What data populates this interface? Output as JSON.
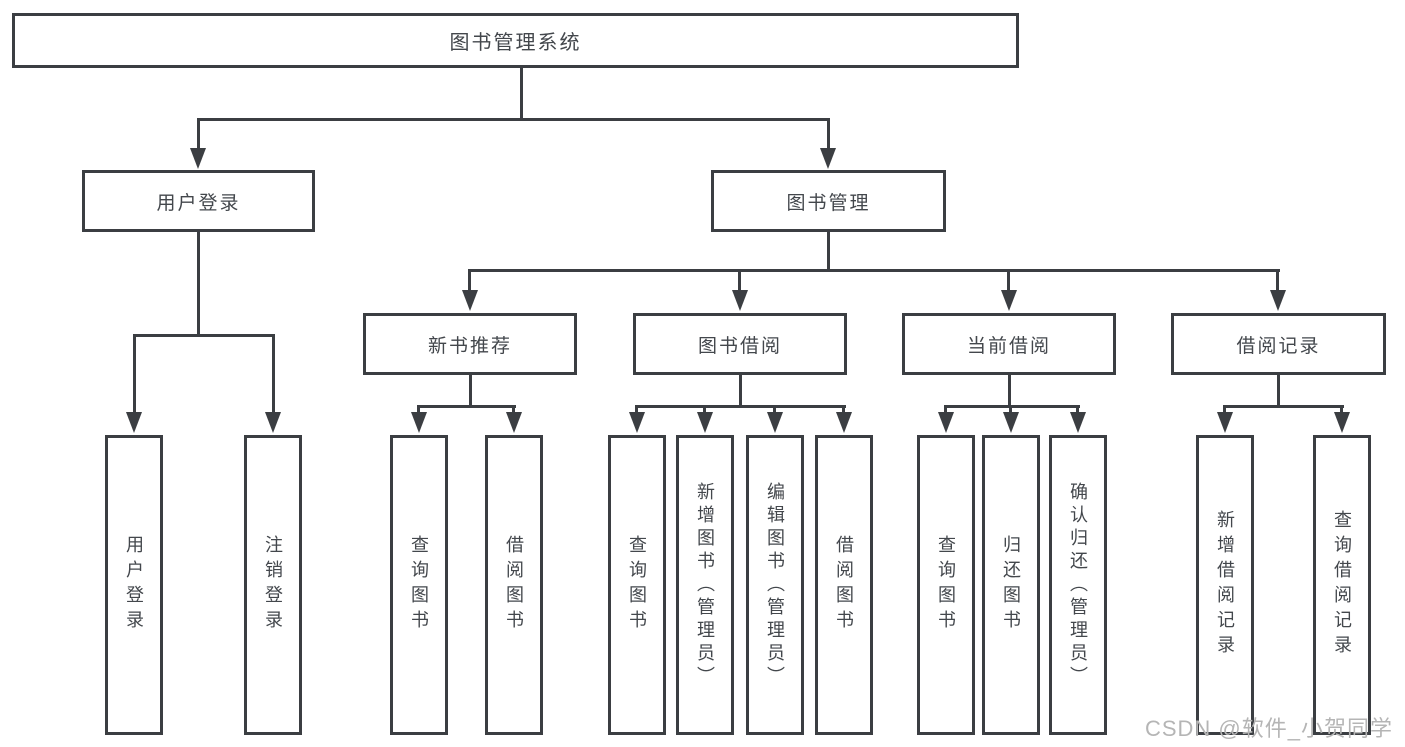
{
  "diagram_title": "图书管理系统",
  "nodes": {
    "root": "图书管理系统",
    "user_login": "用户登录",
    "book_management": "图书管理",
    "new_book_recommend": "新书推荐",
    "book_borrowing": "图书借阅",
    "current_borrowing": "当前借阅",
    "borrowing_records": "借阅记录",
    "leaf_user_login": "用户登录",
    "leaf_logout": "注销登录",
    "leaf_nbr_query_books": "查询图书",
    "leaf_nbr_borrow_books": "借阅图书",
    "leaf_bb_query_books": "查询图书",
    "leaf_bb_add_books": "新增图书（管理员）",
    "leaf_bb_edit_books": "编辑图书（管理员）",
    "leaf_bb_borrow_books": "借阅图书",
    "leaf_cb_query_books": "查询图书",
    "leaf_cb_return_books": "归还图书",
    "leaf_cb_confirm_return": "确认归还（管理员）",
    "leaf_br_add_record": "新增借阅记录",
    "leaf_br_query_record": "查询借阅记录"
  },
  "watermark": "CSDN @软件_小贺同学",
  "colors": {
    "line": "#3b3e42",
    "text": "#43474c",
    "watermark": "#b5b5b5"
  }
}
